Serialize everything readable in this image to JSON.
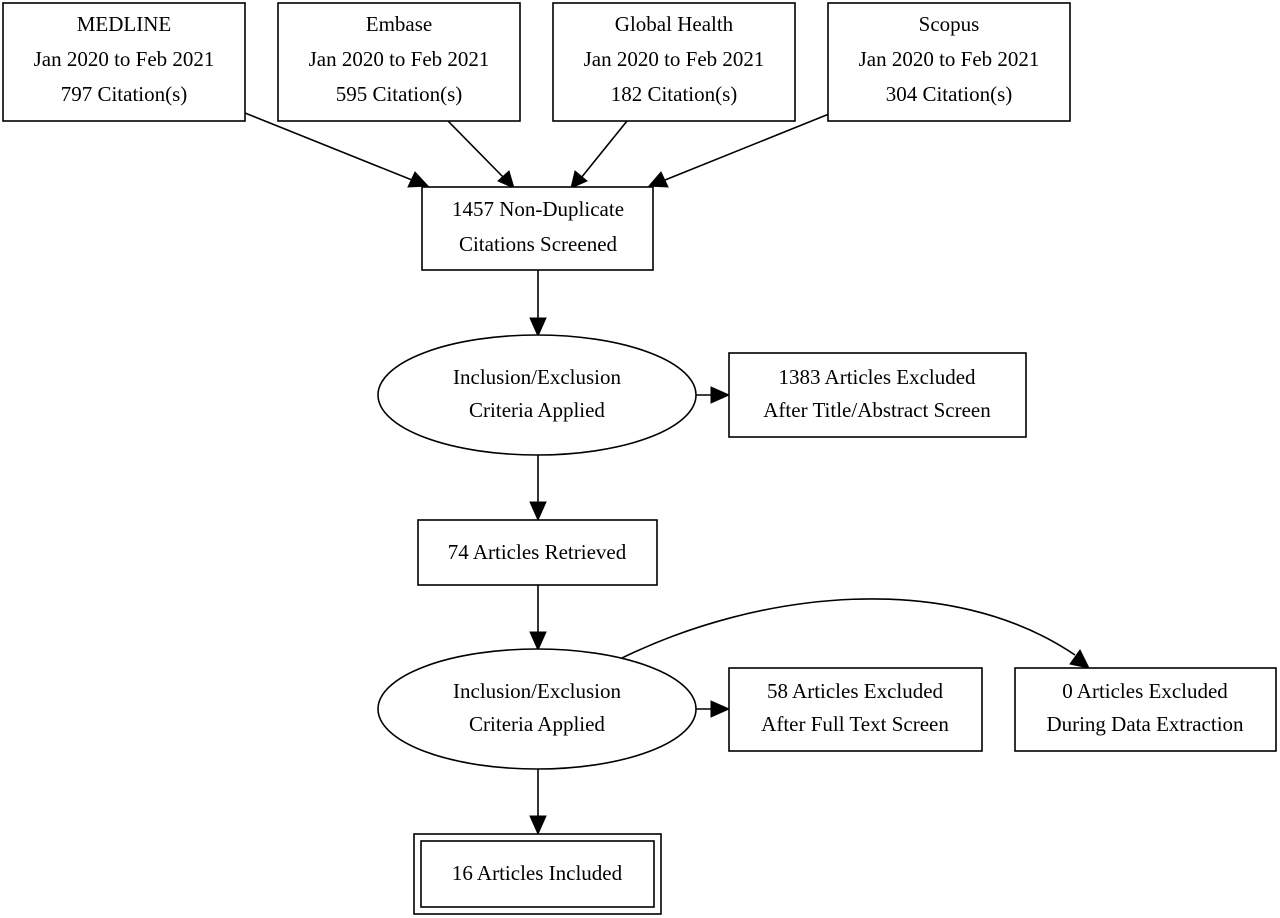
{
  "sources": [
    {
      "name": "MEDLINE",
      "range": "Jan 2020 to Feb 2021",
      "citations": "797 Citation(s)"
    },
    {
      "name": "Embase",
      "range": "Jan 2020 to Feb 2021",
      "citations": "595 Citation(s)"
    },
    {
      "name": "Global Health",
      "range": "Jan 2020 to Feb 2021",
      "citations": "182 Citation(s)"
    },
    {
      "name": "Scopus",
      "range": "Jan 2020 to Feb 2021",
      "citations": "304 Citation(s)"
    }
  ],
  "screened": {
    "line1": "1457 Non-Duplicate",
    "line2": "Citations Screened"
  },
  "criteria1": {
    "line1": "Inclusion/Exclusion",
    "line2": "Criteria Applied"
  },
  "excluded1": {
    "line1": "1383 Articles Excluded",
    "line2": "After Title/Abstract Screen"
  },
  "retrieved": {
    "label": "74 Articles Retrieved"
  },
  "criteria2": {
    "line1": "Inclusion/Exclusion",
    "line2": "Criteria Applied"
  },
  "excluded2": {
    "line1": "58 Articles Excluded",
    "line2": "After Full Text Screen"
  },
  "excluded3": {
    "line1": "0 Articles Excluded",
    "line2": "During Data Extraction"
  },
  "included": {
    "label": "16 Articles Included"
  }
}
